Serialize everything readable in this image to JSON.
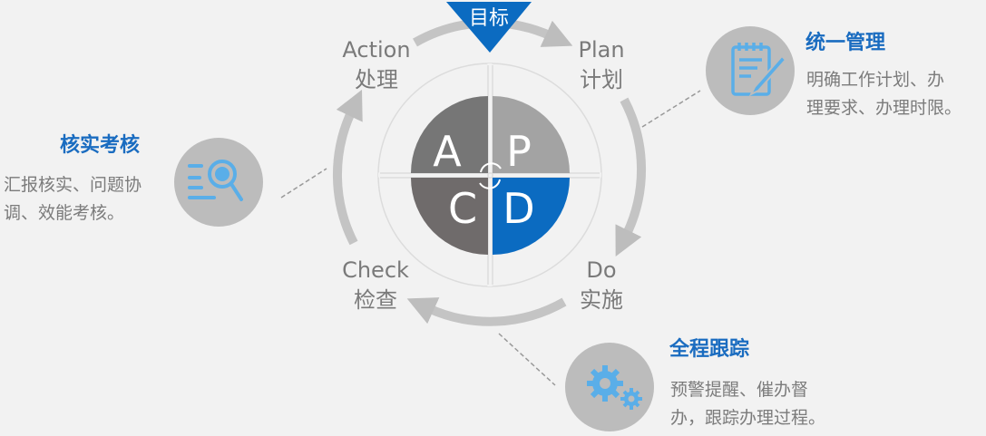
{
  "goal": "目标",
  "stages": {
    "plan": {
      "en": "Plan",
      "zh": "计划"
    },
    "do": {
      "en": "Do",
      "zh": "实施"
    },
    "check": {
      "en": "Check",
      "zh": "检查"
    },
    "action": {
      "en": "Action",
      "zh": "处理"
    }
  },
  "quadrants": {
    "a": "A",
    "p": "P",
    "c": "C",
    "d": "D"
  },
  "cards": {
    "manage": {
      "title": "统一管理",
      "line1": "明确工作计划、办",
      "line2": "理要求、办理时限。",
      "icon": "notepad-pencil-icon"
    },
    "verify": {
      "title": "核实考核",
      "line1": "汇报核实、问题协",
      "line2": "调、效能考核。",
      "icon": "search-list-icon"
    },
    "track": {
      "title": "全程跟踪",
      "line1": "预警提醒、催办督",
      "line2": "办，跟踪办理过程。",
      "icon": "gears-icon"
    }
  },
  "colors": {
    "accent": "#1a6cc0",
    "icon_blue": "#5aaee8",
    "dark_gray": "#767676",
    "mid_gray": "#a3a3a3",
    "quad_d": "#0b6bc1"
  }
}
